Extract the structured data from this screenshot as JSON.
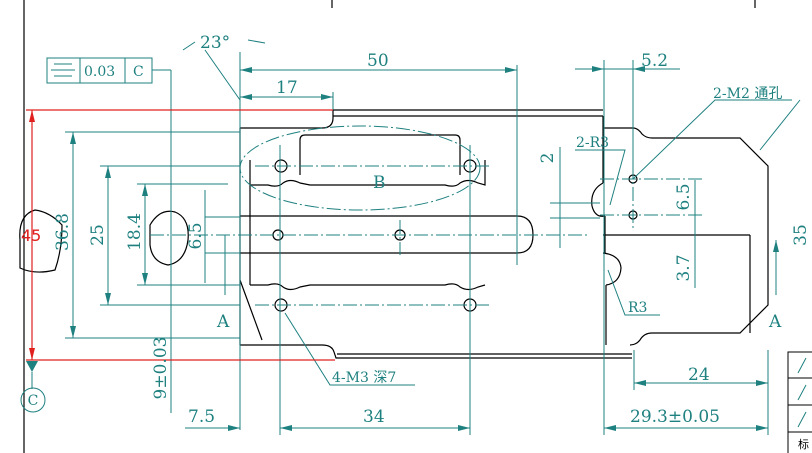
{
  "drawing": {
    "colors": {
      "dimension": "#1f8080",
      "outline": "#000000",
      "datum_highlight": "#e0201e"
    },
    "feature_control_frame": {
      "symbol": "symmetry",
      "tolerance": "0.03",
      "datum": "C"
    },
    "datum_marker": "C",
    "section_labels": {
      "left": "A",
      "right": "A"
    },
    "region_label": "B",
    "notes": {
      "angle": "23°",
      "m2_holes": "2-M2 通孔",
      "r3_pair": "2-R3",
      "r3": "R3",
      "m3_holes": "4-M3  深7"
    },
    "dimensions": {
      "d50": "50",
      "d17": "17",
      "d5_2": "5.2",
      "d2": "2",
      "d6_5_right": "6.5",
      "d3_7": "3.7",
      "d35": "35",
      "d45": "45",
      "d36_8": "36.8",
      "d25": "25",
      "d18_4": "18.4",
      "d6_5_left": "6.5",
      "d9": "9±0.03",
      "d7_5": "7.5",
      "d34": "34",
      "d24": "24",
      "d29_3": "29.3±0.05"
    },
    "title_block": {
      "label": "标"
    }
  }
}
